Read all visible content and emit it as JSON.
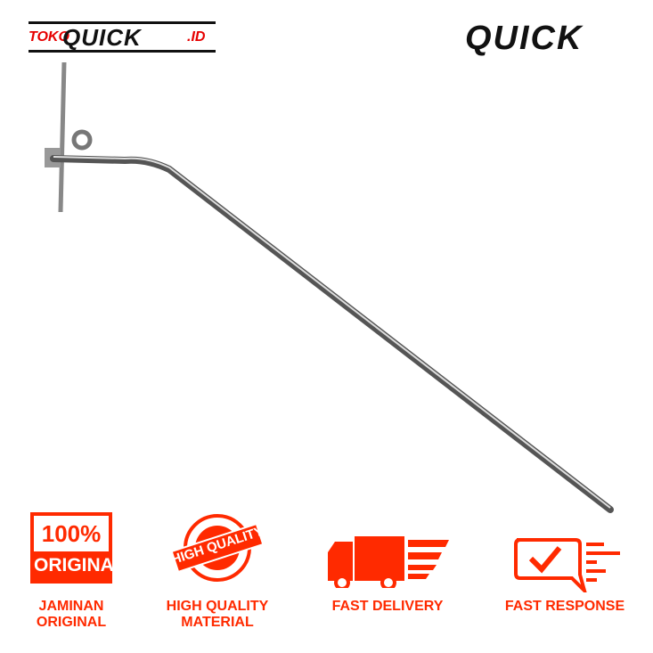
{
  "header": {
    "store_logo": {
      "prefix": "TOKO",
      "name": "QUICK",
      "suffix": ".ID"
    },
    "brand_logo": "QUICK"
  },
  "badges": [
    {
      "icon": "original-stamp-icon",
      "icon_text_top": "100%",
      "icon_text_bottom": "ORIGINAL",
      "label_line1": "JAMINAN",
      "label_line2": "ORIGINAL"
    },
    {
      "icon": "quality-seal-icon",
      "icon_text": "HIGH QUALITY",
      "label_line1": "HIGH QUALITY",
      "label_line2": "MATERIAL"
    },
    {
      "icon": "delivery-truck-icon",
      "label_line1": "FAST DELIVERY"
    },
    {
      "icon": "chat-check-icon",
      "label_line1": "FAST RESPONSE"
    }
  ],
  "colors": {
    "accent": "#ff2a00",
    "logo_dark": "#111111"
  }
}
